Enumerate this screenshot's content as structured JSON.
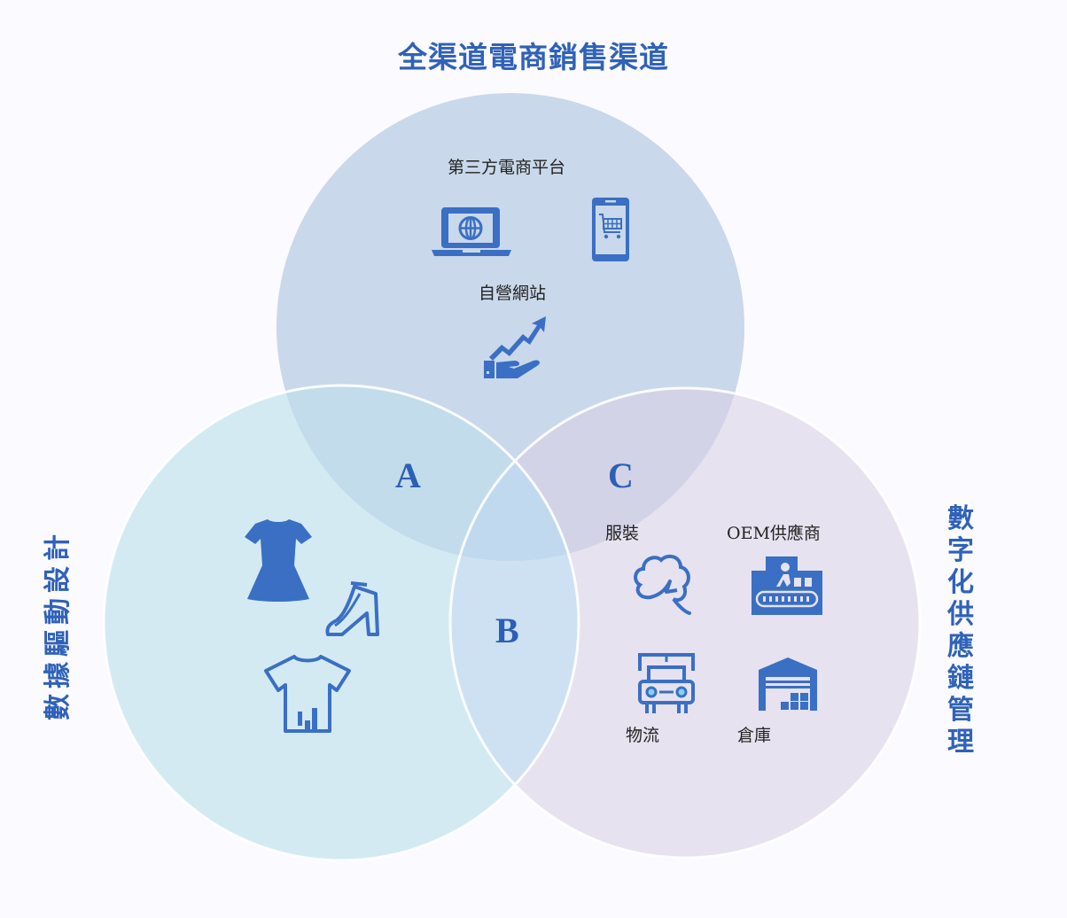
{
  "title": "全渠道電商銷售渠道",
  "side_labels": {
    "left": [
      "數",
      "據",
      "驅",
      "動",
      "設",
      "計"
    ],
    "left_full": "數據驅動設計",
    "right": [
      "數",
      "字",
      "化",
      "供",
      "應",
      "鏈",
      "管",
      "理"
    ],
    "right_full": "數字化供應鏈管理"
  },
  "circles": {
    "top": {
      "label": "全渠道電商銷售渠道",
      "color": "#c9d8ea"
    },
    "left": {
      "label": "數據驅動設計",
      "color": "#d3eaf3"
    },
    "right": {
      "label": "數字化供應鏈管理",
      "color": "#e6e2f0"
    }
  },
  "top_items": {
    "platform": "第三方電商平台",
    "website": "自營網站",
    "icons": [
      "laptop-globe-icon",
      "phone-cart-icon",
      "hand-growth-chart-icon"
    ]
  },
  "left_items": {
    "icons": [
      "dress-icon",
      "high-heel-shoe-icon",
      "tshirt-chart-icon"
    ]
  },
  "right_items": {
    "apparel": "服裝",
    "oem": "OEM供應商",
    "logistics": "物流",
    "warehouse": "倉庫",
    "icons": [
      "cotton-icon",
      "factory-conveyor-icon",
      "truck-icon",
      "warehouse-icon"
    ]
  },
  "intersections": {
    "a": "A",
    "b": "B",
    "c": "C"
  },
  "colors": {
    "icon_blue": "#3a6fc4",
    "title_blue": "#2f62b8",
    "background": "#fbfaff"
  }
}
